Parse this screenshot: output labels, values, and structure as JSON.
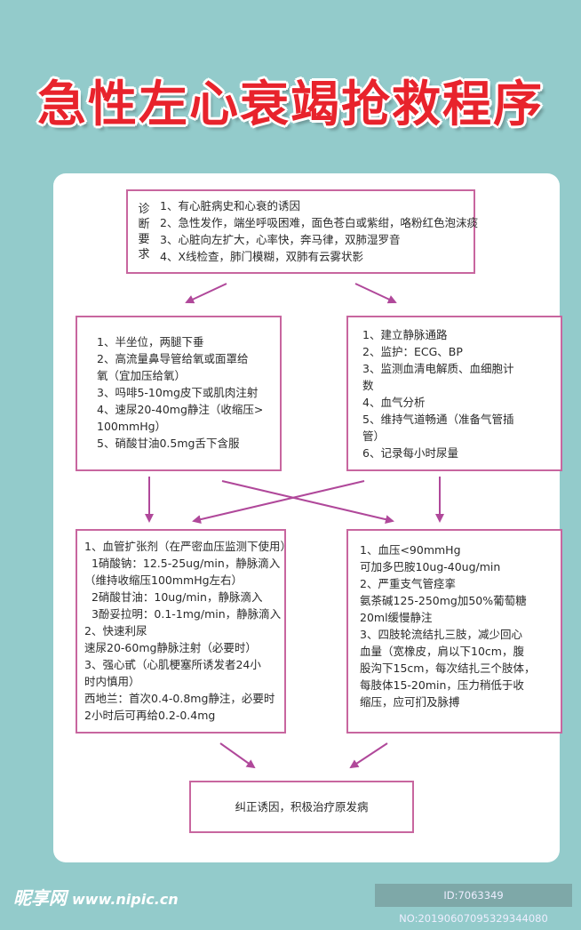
{
  "title": "急性左心衰竭抢救程序",
  "diagnosis": {
    "label": "诊断要求",
    "lines": [
      "1、有心脏病史和心衰的诱因",
      "2、急性发作，端坐呼吸困难，面色苍白或紫绀，咯粉红色泡沫痰",
      "3、心脏向左扩大，心率快，奔马律，双肺湿罗音",
      "4、X线检查，肺门模糊，双肺有云雾状影"
    ]
  },
  "step1_left": [
    "1、半坐位，两腿下垂",
    "2、高流量鼻导管给氧或面罩给",
    "氧（宜加压给氧）",
    "3、吗啡5-10mg皮下或肌肉注射",
    "4、速尿20-40mg静注（收缩压>",
    "100mmHg）",
    "5、硝酸甘油0.5mg舌下含服"
  ],
  "step1_right": [
    "1、建立静脉通路",
    "2、监护：ECG、BP",
    "3、监测血清电解质、血细胞计",
    "数",
    "4、血气分析",
    "5、维持气道畅通（准备气管插",
    "管）",
    "6、记录每小时尿量"
  ],
  "step2_left": [
    "1、血管扩张剂（在严密血压监测下使用）",
    "  1硝酸钠：12.5-25ug/min，静脉滴入",
    "（维持收缩压100mmHg左右）",
    "  2硝酸甘油：10ug/min，静脉滴入",
    "  3酚妥拉明：0.1-1mg/min，静脉滴入",
    "2、快速利尿",
    "速尿20-60mg静脉注射（必要时）",
    "3、强心甙（心肌梗塞所诱发者24小",
    "时内慎用）",
    "西地兰：首次0.4-0.8mg静注，必要时",
    "2小时后可再给0.2-0.4mg"
  ],
  "step2_right": [
    "1、血压<90mmHg",
    "可加多巴胺10ug-40ug/min",
    "2、严重支气管痉挛",
    "氨茶碱125-250mg加50%葡萄糖",
    "20ml缓慢静注",
    "3、四肢轮流结扎三肢，减少回心",
    "血量（宽橡皮，肩以下10cm，腹",
    "股沟下15cm，每次结扎三个肢体，",
    "每肢体15-20min，压力稍低于收",
    "缩压，应可扪及脉搏"
  ],
  "final": "纠正诱因，积极治疗原发病",
  "watermark": {
    "logo": "昵享网",
    "url": "www.nipic.cn",
    "id": "ID:7063349 NO:20190607095329344080"
  },
  "colors": {
    "background": "#93cbcb",
    "title": "#e8232c",
    "border": "#c8669f",
    "arrow": "#b0489a"
  }
}
